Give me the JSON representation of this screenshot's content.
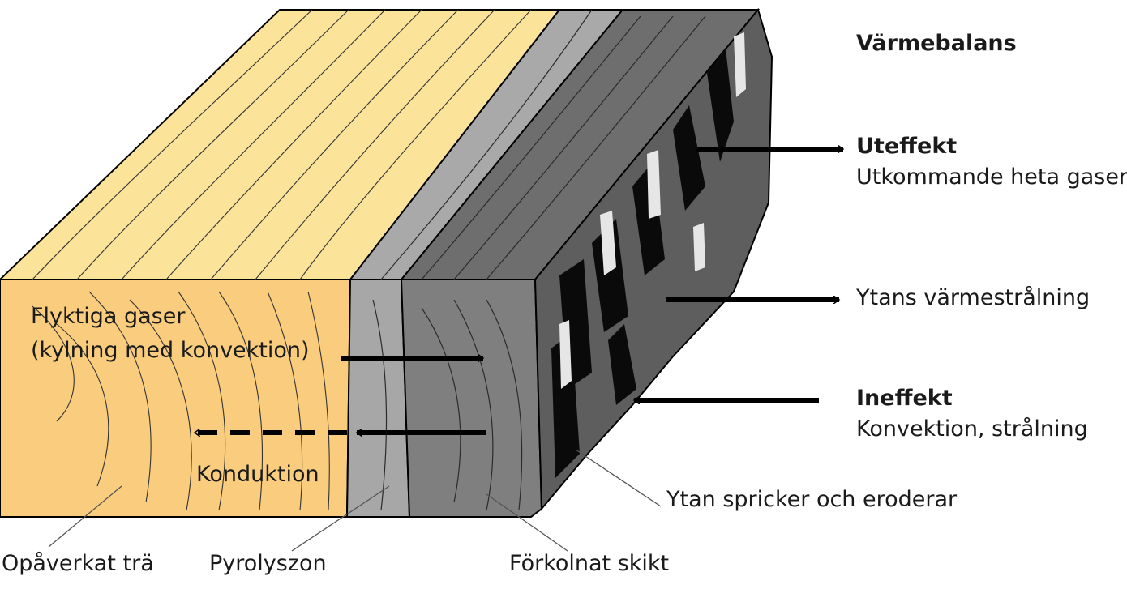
{
  "title": "Värmebalans",
  "outflow": {
    "heading": "Uteffekt",
    "text": "Utkommande heta gaser"
  },
  "radiation": {
    "text": "Ytans värmestrålning"
  },
  "inflow": {
    "heading": "Ineffekt",
    "text": "Konvektion, strålning"
  },
  "volatile_gases": {
    "line1": "Flyktiga gaser",
    "line2": "(kylning med konvektion)"
  },
  "conduction": "Konduktion",
  "zones": {
    "unaffected": "Opåverkat trä",
    "pyrolysis": "Pyrolyszon",
    "char": "Förkolnat skikt",
    "cracks": "Ytan spricker och eroderar"
  },
  "colors": {
    "wood_top": "#FCE39A",
    "wood_front": "#F9CD7D",
    "pyrolysis_top": "#A9A9A9",
    "pyrolysis_front": "#A7A7A7",
    "char_top": "#6E6E6E",
    "char_front": "#7F7F7F",
    "char_side": "#5E5E5E",
    "crack": "#0A0A0A",
    "ember": "#E6E6E6",
    "line": "#000000"
  }
}
